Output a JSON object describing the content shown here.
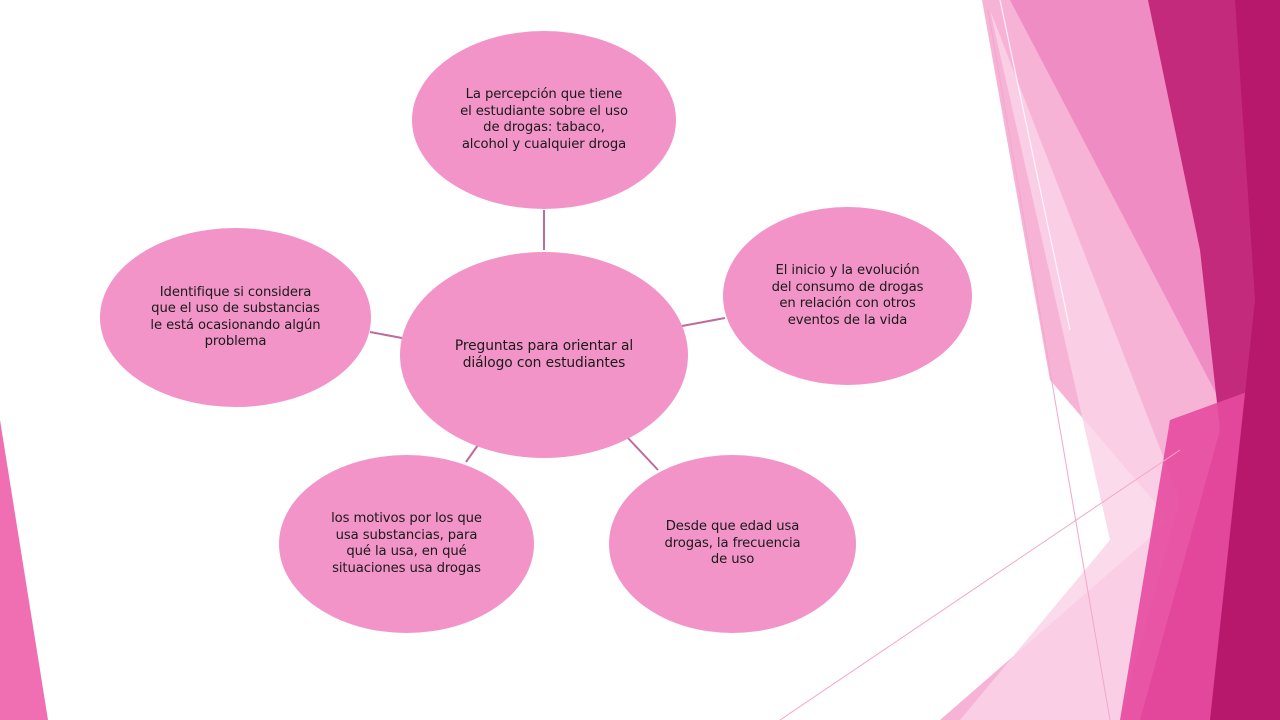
{
  "diagram": {
    "center": {
      "label": "Preguntas para orientar al\ndiálogo con estudiantes"
    },
    "nodes": [
      {
        "id": "top",
        "label": "La percepción que tiene\nel estudiante sobre el uso\nde drogas: tabaco,\nalcohol y cualquier droga"
      },
      {
        "id": "right",
        "label": "El inicio y la evolución\ndel consumo de drogas\nen relación con otros\neventos de la vida"
      },
      {
        "id": "bottom-right",
        "label": "Desde que edad usa\ndrogas, la frecuencia\nde uso"
      },
      {
        "id": "bottom-left",
        "label": "los motivos por los que\nusa substancias,  para\nqué la usa, en qué\nsituaciones usa drogas"
      },
      {
        "id": "left",
        "label": "Identifique si considera\nque el uso de substancias\nle está ocasionando algún\nproblema"
      }
    ]
  },
  "colors": {
    "node_fill": "#f294c8",
    "connector": "#c06a9c",
    "accent_dark": "#b81c6e",
    "accent_mid": "#e0449a",
    "accent_light": "#f5a8d2"
  }
}
